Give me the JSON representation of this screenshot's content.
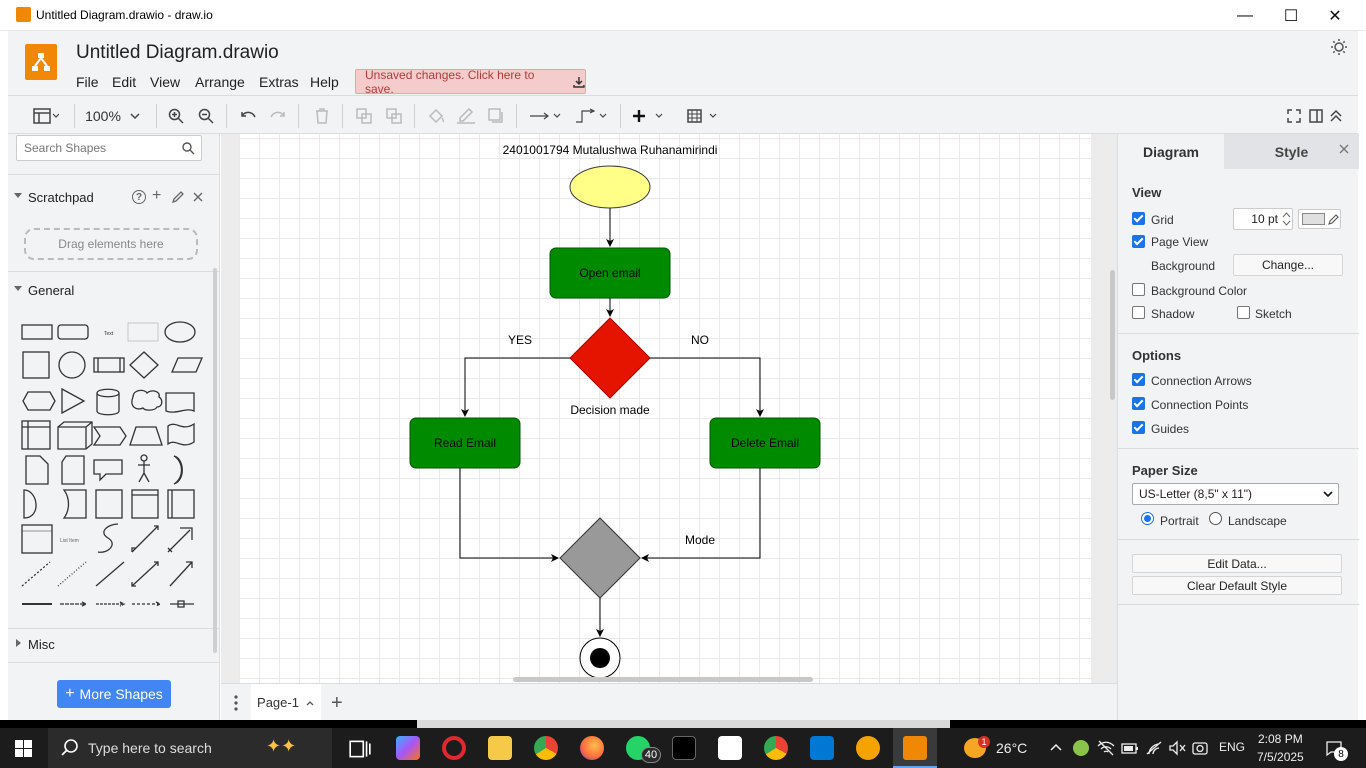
{
  "window": {
    "title": "Untitled Diagram.drawio - draw.io",
    "minimize": "—",
    "maximize": "☐",
    "close": "✕"
  },
  "header": {
    "doc_title": "Untitled Diagram.drawio",
    "menus": [
      "File",
      "Edit",
      "View",
      "Arrange",
      "Extras",
      "Help"
    ],
    "unsaved_label": "Unsaved changes. Click here to save."
  },
  "toolbar": {
    "zoom": "100%"
  },
  "left_panel": {
    "search_placeholder": "Search Shapes",
    "scratchpad_label": "Scratchpad",
    "drop_hint": "Drag elements here",
    "general_label": "General",
    "misc_label": "Misc",
    "more_shapes_label": "More Shapes"
  },
  "diagram": {
    "header_text": "2401001794 Mutalushwa Ruhanamirindi",
    "open_email": "Open email",
    "yes_label": "YES",
    "no_label": "NO",
    "decision_label": "Decision made",
    "read_email": "Read Email",
    "delete_email": "Delete Email",
    "mode_label": "Mode",
    "colors": {
      "start": "#ffff88",
      "process": "#008a00",
      "decision": "#e51400",
      "merge": "#999999"
    }
  },
  "page_tabs": {
    "active": "Page-1"
  },
  "format_panel": {
    "tab_diagram": "Diagram",
    "tab_style": "Style",
    "view_heading": "View",
    "grid_label": "Grid",
    "grid_size": "10 pt",
    "page_view_label": "Page View",
    "background_label": "Background",
    "change_button": "Change...",
    "bg_color_label": "Background Color",
    "shadow_label": "Shadow",
    "sketch_label": "Sketch",
    "options_heading": "Options",
    "conn_arrows_label": "Connection Arrows",
    "conn_points_label": "Connection Points",
    "guides_label": "Guides",
    "paper_heading": "Paper Size",
    "paper_selected": "US-Letter (8,5\" x 11\")",
    "portrait_label": "Portrait",
    "landscape_label": "Landscape",
    "edit_data_button": "Edit Data...",
    "clear_style_button": "Clear Default Style",
    "checked": {
      "grid": true,
      "page_view": true,
      "background_color": false,
      "shadow": false,
      "sketch": false,
      "connection_arrows": true,
      "connection_points": true,
      "guides": true
    }
  },
  "taskbar": {
    "search_placeholder": "Type here to search",
    "whatsapp_badge": "40",
    "weather_temp": "26°C",
    "weather_badge": "1",
    "language": "ENG",
    "time": "2:08 PM",
    "date": "7/5/2025",
    "notification_count": "8"
  }
}
